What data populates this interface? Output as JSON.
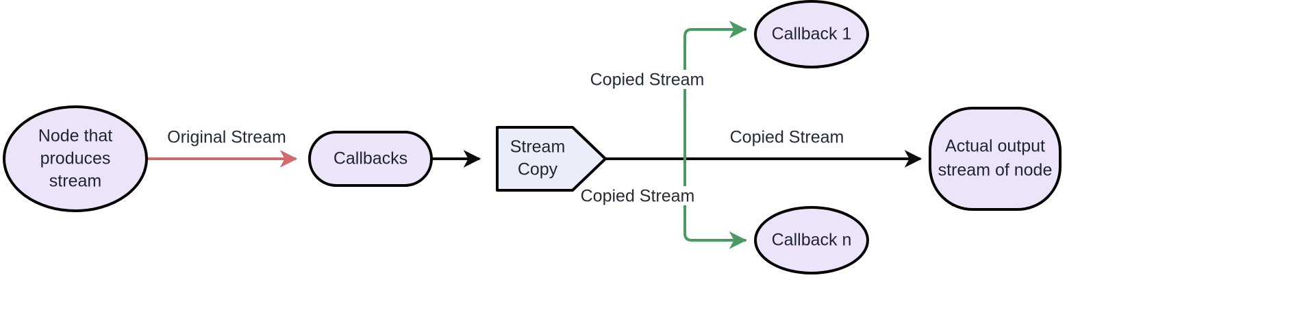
{
  "diagram": {
    "type": "flowchart",
    "direction": "left-to-right",
    "background_color": "#ffffff",
    "nodes": [
      {
        "id": "producer",
        "label_lines": [
          "Node that",
          "produces",
          "stream"
        ],
        "shape": "ellipse",
        "fill": "#ece5fa",
        "stroke": "#000000"
      },
      {
        "id": "callbacks",
        "label_lines": [
          "Callbacks"
        ],
        "shape": "stadium",
        "fill": "#ece5fa",
        "stroke": "#000000"
      },
      {
        "id": "streamcopy",
        "label_lines": [
          "Stream",
          "Copy"
        ],
        "shape": "asymmetric-flag",
        "fill": "#eaeefa",
        "stroke": "#000000"
      },
      {
        "id": "callback1",
        "label_lines": [
          "Callback 1"
        ],
        "shape": "ellipse",
        "fill": "#ece5fa",
        "stroke": "#000000"
      },
      {
        "id": "callbackn",
        "label_lines": [
          "Callback n"
        ],
        "shape": "ellipse",
        "fill": "#ece5fa",
        "stroke": "#000000"
      },
      {
        "id": "output",
        "label_lines": [
          "Actual output",
          "stream of node"
        ],
        "shape": "rounded-rect",
        "fill": "#ece5fa",
        "stroke": "#000000"
      }
    ],
    "edges": [
      {
        "id": "edge-producer-callbacks",
        "from": "producer",
        "to": "callbacks",
        "label": "Original Stream",
        "color": "#d16a6a",
        "arrow": true
      },
      {
        "id": "edge-callbacks-streamcopy",
        "from": "callbacks",
        "to": "streamcopy",
        "label": "",
        "color": "#0b0b0b",
        "arrow": true
      },
      {
        "id": "edge-streamcopy-callback1",
        "from": "streamcopy",
        "to": "callback1",
        "label": "Copied Stream",
        "color": "#4a9a63",
        "arrow": true
      },
      {
        "id": "edge-streamcopy-callbackn",
        "from": "streamcopy",
        "to": "callbackn",
        "label": "Copied Stream",
        "color": "#4a9a63",
        "arrow": true
      },
      {
        "id": "edge-streamcopy-output",
        "from": "streamcopy",
        "to": "output",
        "label": "Copied Stream",
        "color": "#0b0b0b",
        "arrow": true
      }
    ]
  },
  "labels": {
    "producer_line1": "Node that",
    "producer_line2": "produces",
    "producer_line3": "stream",
    "callbacks": "Callbacks",
    "streamcopy_line1": "Stream",
    "streamcopy_line2": "Copy",
    "callback1": "Callback 1",
    "callbackn": "Callback n",
    "output_line1": "Actual output",
    "output_line2": "stream of node",
    "original_stream": "Original Stream",
    "copied_stream_top": "Copied Stream",
    "copied_stream_middle": "Copied Stream",
    "copied_stream_bottom": "Copied Stream"
  }
}
